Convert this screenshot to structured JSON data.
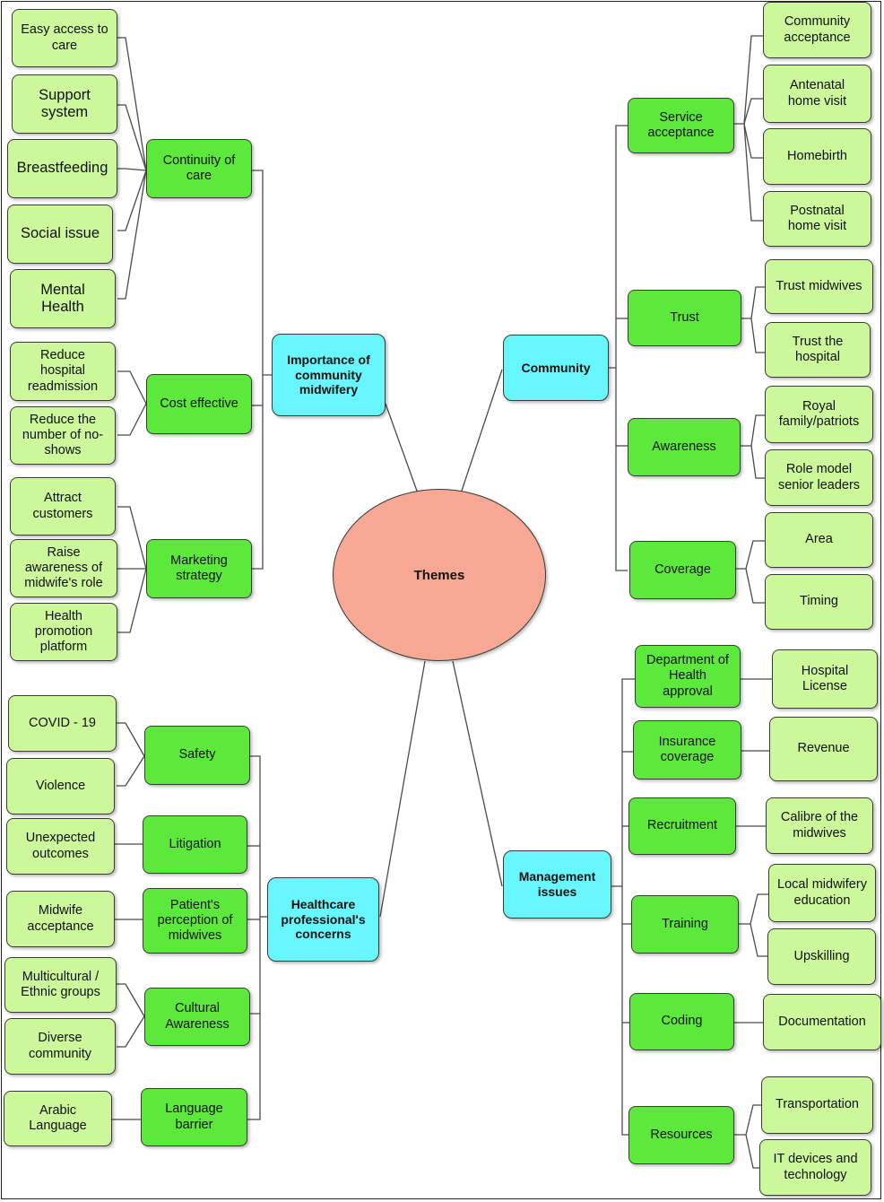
{
  "root": "Themes",
  "themes": {
    "importance": "Importance of\ncommunity\nmidwifery",
    "community": "Community",
    "healthcare": "Healthcare\nprofessional's\nconcerns",
    "management": "Management\nissues"
  },
  "importance": {
    "continuity": "Continuity of\ncare",
    "cost": "Cost effective",
    "marketing": "Marketing\nstrategy",
    "continuity_items": [
      "Easy access to\ncare",
      "Support\nsystem",
      "Breastfeeding",
      "Social issue",
      "Mental\nHealth"
    ],
    "cost_items": [
      "Reduce\nhospital\nreadmission",
      "Reduce the\nnumber of no-\nshows"
    ],
    "marketing_items": [
      "Attract\ncustomers",
      "Raise\nawareness of\nmidwife's role",
      "Health\npromotion\nplatform"
    ]
  },
  "community": {
    "service": "Service\nacceptance",
    "trust": "Trust",
    "awareness": "Awareness",
    "coverage": "Coverage",
    "service_items": [
      "Community\nacceptance",
      "Antenatal\nhome visit",
      "Homebirth",
      "Postnatal\nhome visit"
    ],
    "trust_items": [
      "Trust midwives",
      "Trust the\nhospital"
    ],
    "awareness_items": [
      "Royal\nfamily/patriots",
      "Role model\nsenior leaders"
    ],
    "coverage_items": [
      "Area",
      "Timing"
    ]
  },
  "healthcare": {
    "safety": "Safety",
    "litigation": "Litigation",
    "perception": "Patient's\nperception of\nmidwives",
    "cultural": "Cultural\nAwareness",
    "language": "Language\nbarrier",
    "safety_items": [
      "COVID - 19",
      "Violence"
    ],
    "litigation_items": [
      "Unexpected\noutcomes"
    ],
    "perception_items": [
      "Midwife\nacceptance"
    ],
    "cultural_items": [
      "Multicultural /\nEthnic groups",
      "Diverse\ncommunity"
    ],
    "language_items": [
      "Arabic\nLanguage"
    ]
  },
  "management": {
    "doh": "Department of\nHealth\napproval",
    "insurance": "Insurance\ncoverage",
    "recruitment": "Recruitment",
    "training": "Training",
    "coding": "Coding",
    "resources": "Resources",
    "doh_items": [
      "Hospital\nLicense"
    ],
    "insurance_items": [
      "Revenue"
    ],
    "recruitment_items": [
      "Calibre of the\nmidwives"
    ],
    "training_items": [
      "Local midwifery\neducation",
      "Upskilling"
    ],
    "coding_items": [
      "Documentation"
    ],
    "resources_items": [
      "Transportation",
      "IT devices and\ntechnology"
    ]
  }
}
